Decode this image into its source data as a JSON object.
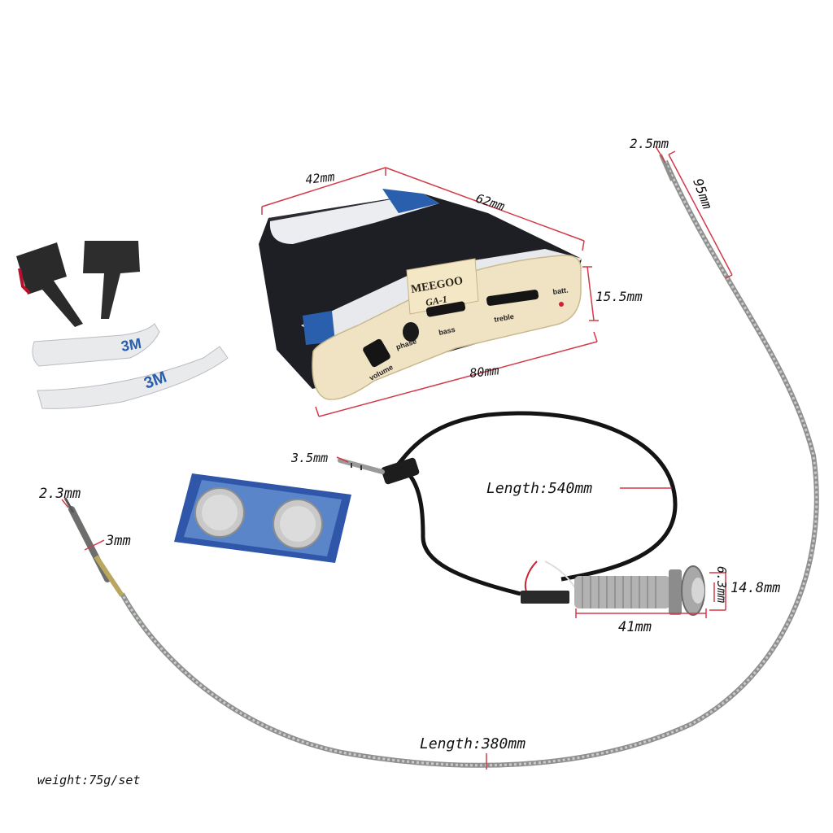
{
  "colors": {
    "dimension_line": "#d23a48",
    "housing_black": "#1e1f24",
    "faceplate": "#efe3c4",
    "tape_blue": "#2a5fae",
    "cable_silver": "#a9aba9",
    "cable_black": "#141414"
  },
  "pickup": {
    "brand": "MEEGOO",
    "model": "GA-1",
    "labels": {
      "volume": "volume",
      "phase": "phase",
      "bass": "bass",
      "treble": "treble",
      "batt": "batt."
    }
  },
  "dimensions": {
    "pickup_depth": "42mm",
    "pickup_width_top": "62mm",
    "pickup_height": "15.5mm",
    "pickup_width_bottom": "80mm",
    "piezo_tip_diameter": "2.5mm",
    "piezo_tip_length": "95mm",
    "jack_plug": "3.5mm",
    "black_cable_length": "Length:540mm",
    "sensor_plug_tip": "2.3mm",
    "sensor_plug_body": "3mm",
    "endpin_thread": "6.3mm",
    "endpin_diameter": "14.8mm",
    "endpin_length": "41mm",
    "piezo_cable_length": "Length:380mm"
  },
  "weight_label": "weight:75g/set",
  "icons": [
    "pickup-preamp-icon",
    "adhesive-tab-icon",
    "adhesive-strip-icon",
    "coin-battery-icon",
    "stereo-jack-plug-icon",
    "endpin-jack-icon",
    "piezo-cable-icon"
  ]
}
